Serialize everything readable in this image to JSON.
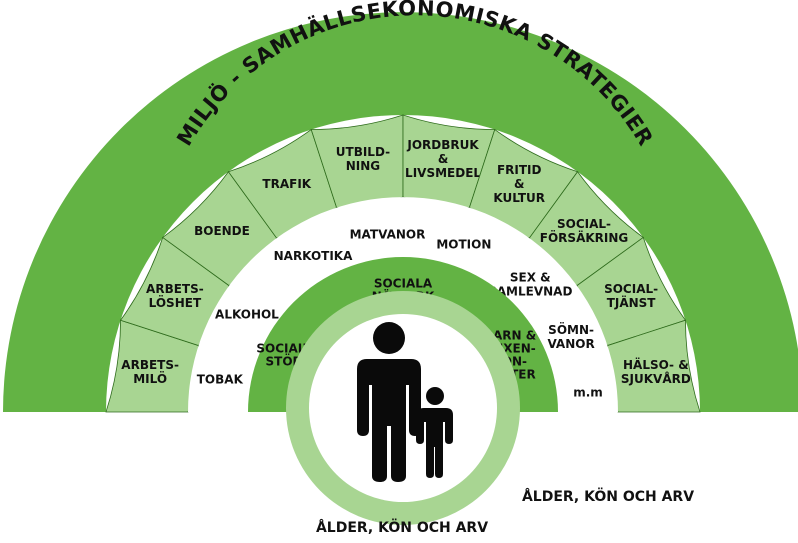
{
  "title": "MILJÖ - SAMHÄLLSEKONOMISKA STRATEGIER",
  "sectors": [
    {
      "lines": [
        "ARBETS-",
        "MILÖ"
      ]
    },
    {
      "lines": [
        "ARBETS-",
        "LÖSHET"
      ]
    },
    {
      "lines": [
        "BOENDE"
      ]
    },
    {
      "lines": [
        "TRAFIK"
      ]
    },
    {
      "lines": [
        "UTBILD-",
        "NING"
      ]
    },
    {
      "lines": [
        "JORDBRUK",
        "&",
        "LIVSMEDEL"
      ]
    },
    {
      "lines": [
        "FRITID",
        "&",
        "KULTUR"
      ]
    },
    {
      "lines": [
        "SOCIAL-",
        "FÖRSÄKRING"
      ]
    },
    {
      "lines": [
        "SOCIAL-",
        "TJÄNST"
      ]
    },
    {
      "lines": [
        "HÄLSO- &",
        "SJUKVÅRD"
      ]
    }
  ],
  "lifestyle": [
    {
      "lines": [
        "TOBAK"
      ]
    },
    {
      "lines": [
        "ALKOHOL"
      ]
    },
    {
      "lines": [
        "NARKOTIKA"
      ]
    },
    {
      "lines": [
        "MATVANOR"
      ]
    },
    {
      "lines": [
        "MOTION"
      ]
    },
    {
      "lines": [
        "SEX &",
        "SAMLEVNAD"
      ]
    },
    {
      "lines": [
        "SÖMN-",
        "VANOR"
      ]
    },
    {
      "lines": [
        "m.m"
      ]
    }
  ],
  "network": [
    {
      "lines": [
        "SOCIALT",
        "STÖD"
      ]
    },
    {
      "lines": [
        "SOCIALA",
        "NÄTVERK"
      ]
    },
    {
      "lines": [
        "BARN &",
        "VUXEN-",
        "KON-",
        "TAKTER"
      ]
    }
  ],
  "core_labels": [
    {
      "text": "ÅLDER, KÖN OCH ARV"
    },
    {
      "text": "ÅLDER, KÖN OCH ARV"
    }
  ],
  "colors": {
    "outer_green": "#63b344",
    "sector_green": "#a8d592",
    "network_green": "#63b344",
    "core_ring": "#a8d592",
    "figure": "#0a0a0a",
    "white": "#ffffff"
  },
  "icons": [
    "adult-figure-icon",
    "child-figure-icon"
  ]
}
